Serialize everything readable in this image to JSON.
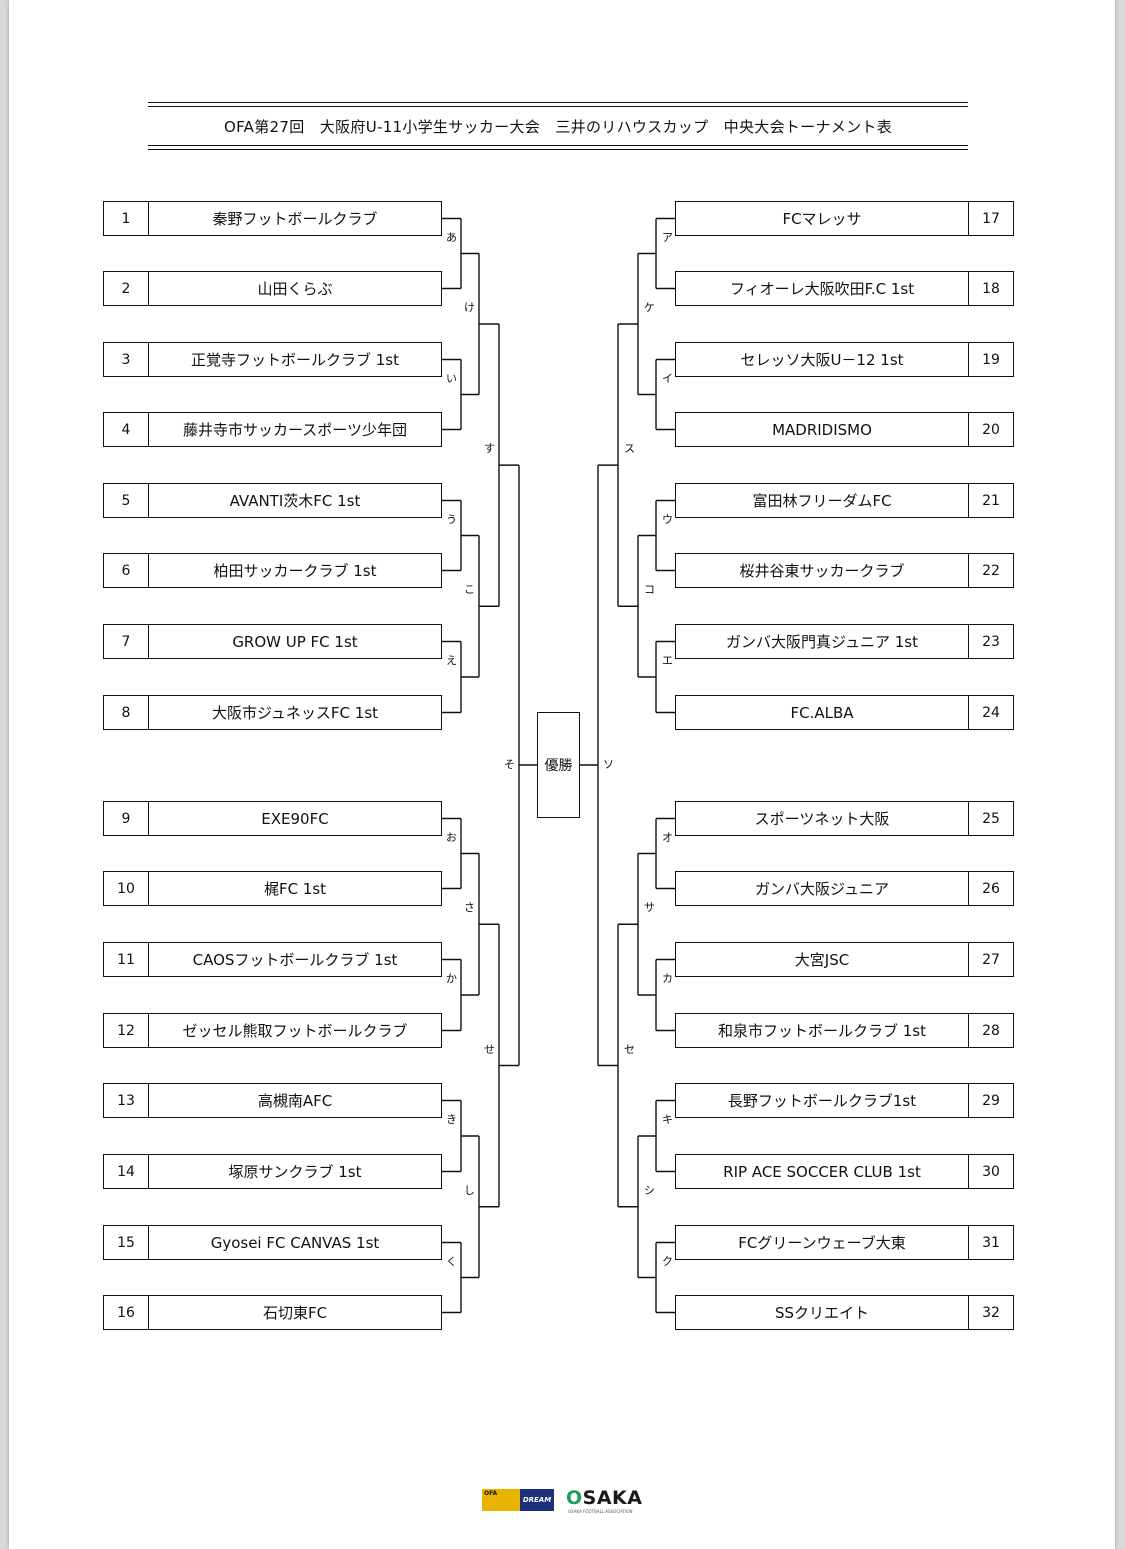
{
  "title": "OFA第27回　大阪府U-11小学生サッカー大会　三井のリハウスカップ　中央大会トーナメント表",
  "champion_label": "優勝",
  "left_teams": [
    {
      "no": "1",
      "name": "秦野フットボールクラブ"
    },
    {
      "no": "2",
      "name": "山田くらぶ"
    },
    {
      "no": "3",
      "name": "正覚寺フットボールクラブ 1st"
    },
    {
      "no": "4",
      "name": "藤井寺市サッカースポーツ少年団"
    },
    {
      "no": "5",
      "name": "AVANTI茨木FC 1st"
    },
    {
      "no": "6",
      "name": "柏田サッカークラブ 1st"
    },
    {
      "no": "7",
      "name": "GROW UP FC 1st"
    },
    {
      "no": "8",
      "name": "大阪市ジュネッスFC 1st"
    },
    {
      "no": "9",
      "name": "EXE90FC"
    },
    {
      "no": "10",
      "name": "梶FC 1st"
    },
    {
      "no": "11",
      "name": "CAOSフットボールクラブ 1st"
    },
    {
      "no": "12",
      "name": "ゼッセル熊取フットボールクラブ"
    },
    {
      "no": "13",
      "name": "高槻南AFC"
    },
    {
      "no": "14",
      "name": "塚原サンクラブ 1st"
    },
    {
      "no": "15",
      "name": "Gyosei FC CANVAS 1st"
    },
    {
      "no": "16",
      "name": "石切東FC"
    }
  ],
  "right_teams": [
    {
      "no": "17",
      "name": "FCマレッサ"
    },
    {
      "no": "18",
      "name": "フィオーレ大阪吹田F.C 1st"
    },
    {
      "no": "19",
      "name": "セレッソ大阪U－12 1st"
    },
    {
      "no": "20",
      "name": "MADRIDISMO"
    },
    {
      "no": "21",
      "name": "富田林フリーダムFC"
    },
    {
      "no": "22",
      "name": "桜井谷東サッカークラブ"
    },
    {
      "no": "23",
      "name": "ガンバ大阪門真ジュニア 1st"
    },
    {
      "no": "24",
      "name": "FC.ALBA"
    },
    {
      "no": "25",
      "name": "スポーツネット大阪"
    },
    {
      "no": "26",
      "name": "ガンバ大阪ジュニア"
    },
    {
      "no": "27",
      "name": "大宮JSC"
    },
    {
      "no": "28",
      "name": "和泉市フットボールクラブ 1st"
    },
    {
      "no": "29",
      "name": "長野フットボールクラブ1st"
    },
    {
      "no": "30",
      "name": "RIP ACE SOCCER CLUB 1st"
    },
    {
      "no": "31",
      "name": "FCグリーンウェーブ大東"
    },
    {
      "no": "32",
      "name": "SSクリエイト"
    }
  ],
  "left_labels": {
    "r1": [
      "あ",
      "い",
      "う",
      "え",
      "お",
      "か",
      "き",
      "く"
    ],
    "r2": [
      "け",
      "こ",
      "さ",
      "し"
    ],
    "r3": [
      "す",
      "せ"
    ],
    "r4": [
      "そ"
    ]
  },
  "right_labels": {
    "r1": [
      "ア",
      "イ",
      "ウ",
      "エ",
      "オ",
      "カ",
      "キ",
      "ク"
    ],
    "r2": [
      "ケ",
      "コ",
      "サ",
      "シ"
    ],
    "r3": [
      "ス",
      "セ"
    ],
    "r4": [
      "ソ"
    ]
  },
  "logos": {
    "ofa_text": "OFA",
    "dream_text": "DREAM",
    "osaka_o": "O",
    "osaka_rest": "SAKA",
    "osaka_sub": "OSAKA FOOTBALL ASSOCIATION"
  }
}
